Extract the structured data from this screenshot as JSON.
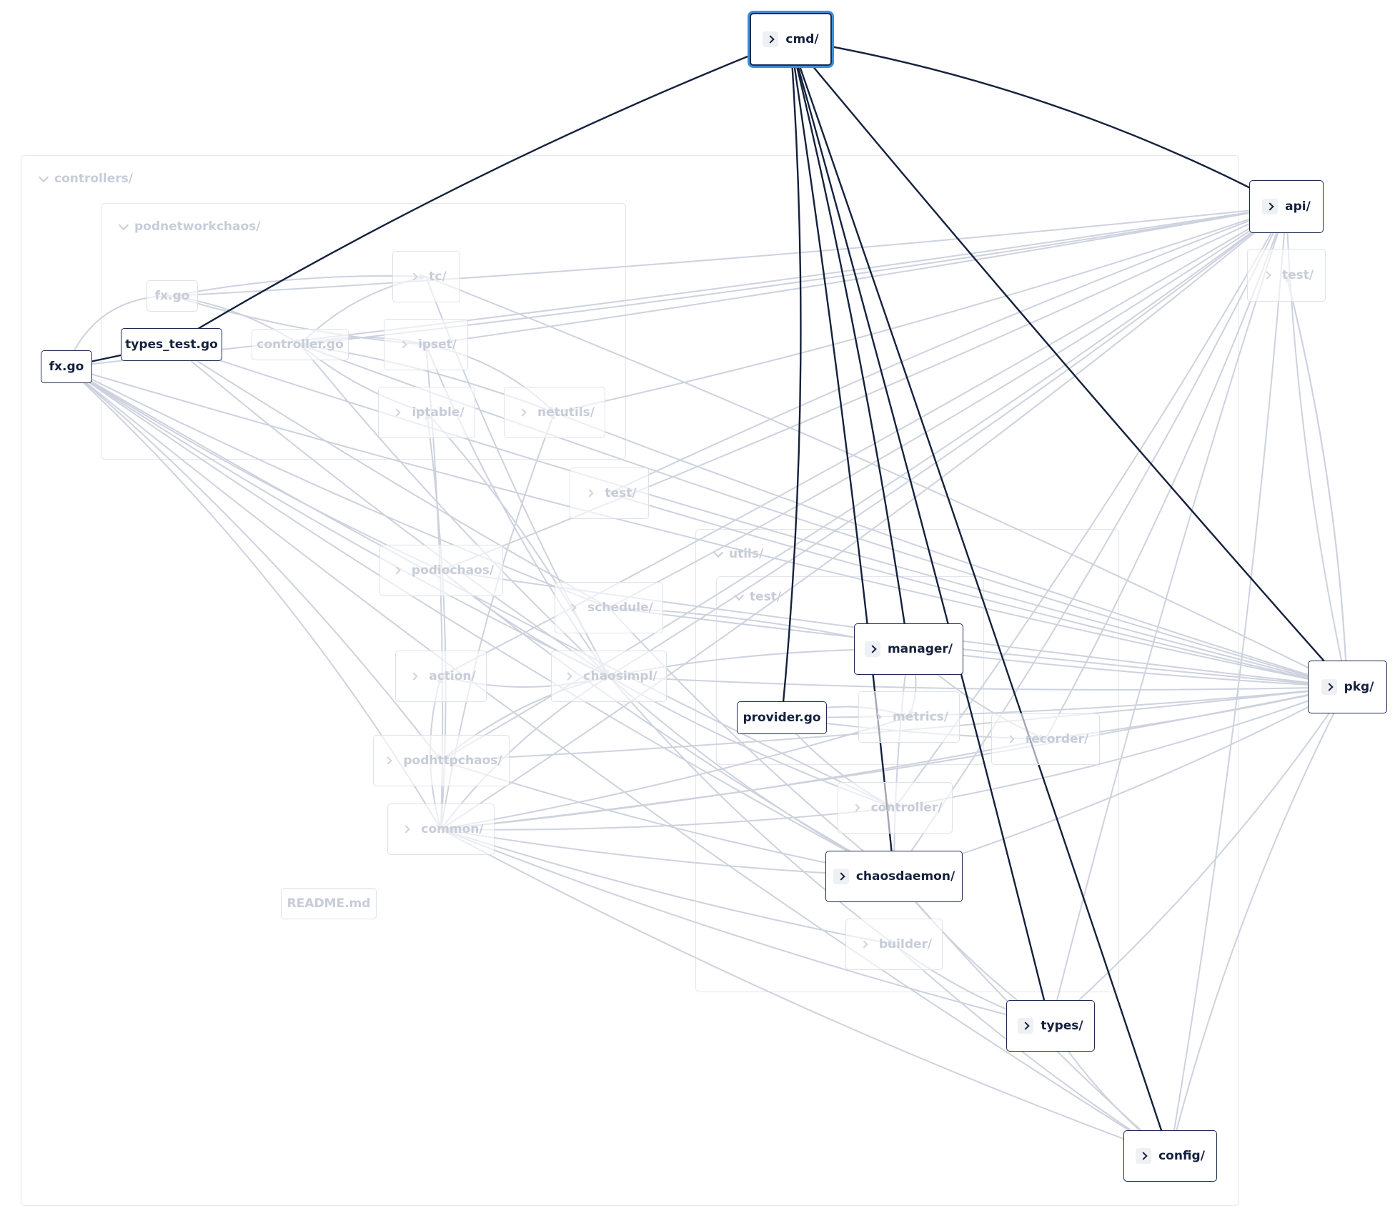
{
  "groups": {
    "controllers": {
      "label": "controllers/"
    },
    "podnetworkchaos": {
      "label": "podnetworkchaos/"
    },
    "utils": {
      "label": "utils/"
    },
    "utils_test": {
      "label": "test/"
    }
  },
  "nodes": {
    "cmd": {
      "label": "cmd/",
      "expandable": true
    },
    "api": {
      "label": "api/",
      "expandable": true
    },
    "api_test": {
      "label": "test/",
      "expandable": true
    },
    "pkg": {
      "label": "pkg/",
      "expandable": true
    },
    "fx_outer": {
      "label": "fx.go",
      "expandable": false
    },
    "types_test": {
      "label": "types_test.go",
      "expandable": false
    },
    "fx_inner": {
      "label": "fx.go",
      "expandable": false
    },
    "controller_go": {
      "label": "controller.go",
      "expandable": false
    },
    "tc": {
      "label": "tc/",
      "expandable": true
    },
    "ipset": {
      "label": "ipset/",
      "expandable": true
    },
    "iptable": {
      "label": "iptable/",
      "expandable": true
    },
    "netutils": {
      "label": "netutils/",
      "expandable": true
    },
    "ctrl_test": {
      "label": "test/",
      "expandable": true
    },
    "podiochaos": {
      "label": "podiochaos/",
      "expandable": true
    },
    "schedule": {
      "label": "schedule/",
      "expandable": true
    },
    "action": {
      "label": "action/",
      "expandable": true
    },
    "chaosimpl": {
      "label": "chaosimpl/",
      "expandable": true
    },
    "podhttpchaos": {
      "label": "podhttpchaos/",
      "expandable": true
    },
    "common": {
      "label": "common/",
      "expandable": true
    },
    "readme": {
      "label": "README.md",
      "expandable": false
    },
    "manager": {
      "label": "manager/",
      "expandable": true
    },
    "provider": {
      "label": "provider.go",
      "expandable": false
    },
    "metrics": {
      "label": "metrics/",
      "expandable": true
    },
    "recorder": {
      "label": "recorder/",
      "expandable": true
    },
    "utils_controller": {
      "label": "controller/",
      "expandable": true
    },
    "chaosdaemon": {
      "label": "chaosdaemon/",
      "expandable": true
    },
    "builder": {
      "label": "builder/",
      "expandable": true
    },
    "types": {
      "label": "types/",
      "expandable": true
    },
    "config": {
      "label": "config/",
      "expandable": true
    }
  },
  "highlighted_edges": [
    [
      "cmd",
      "api"
    ],
    [
      "cmd",
      "pkg"
    ],
    [
      "cmd",
      "manager"
    ],
    [
      "cmd",
      "chaosdaemon"
    ],
    [
      "cmd",
      "types"
    ],
    [
      "cmd",
      "config"
    ],
    [
      "types_test",
      "cmd"
    ],
    [
      "types_test",
      "fx_outer"
    ],
    [
      "provider",
      "cmd"
    ]
  ],
  "colors": {
    "highlight": "#14213d",
    "dim": "#cdd2de",
    "selection": "#3b8fd9"
  }
}
